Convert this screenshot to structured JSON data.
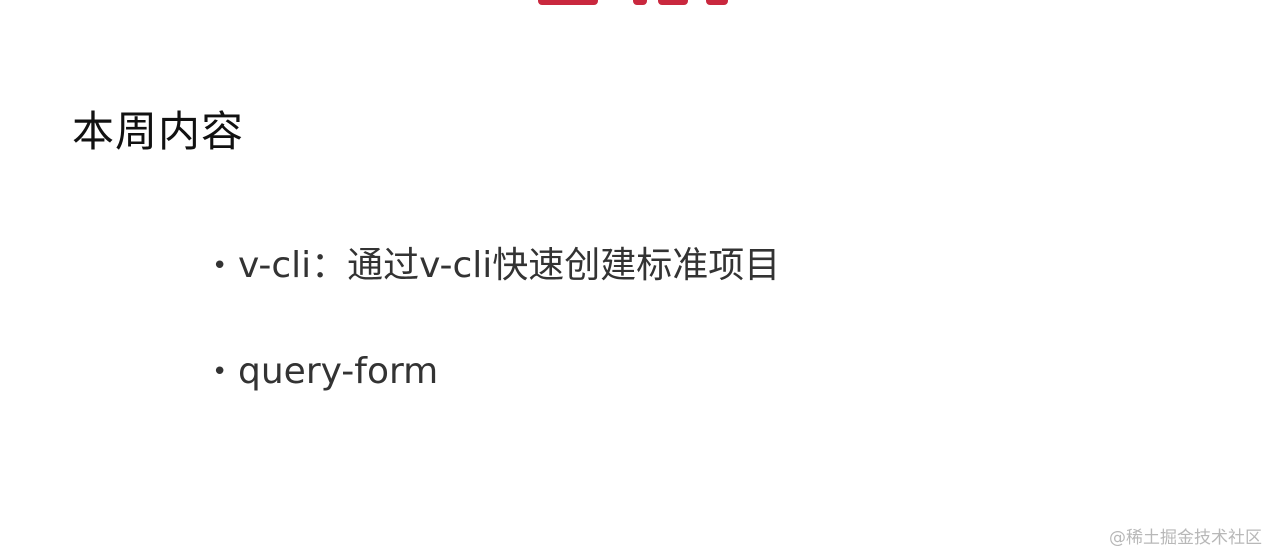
{
  "slide": {
    "accent_color": "#c9283e",
    "heading": "本周内容",
    "bullets": [
      {
        "text": "v-cli：通过v-cli快速创建标准项目"
      },
      {
        "text": "query-form"
      }
    ]
  },
  "watermark": "@稀土掘金技术社区"
}
